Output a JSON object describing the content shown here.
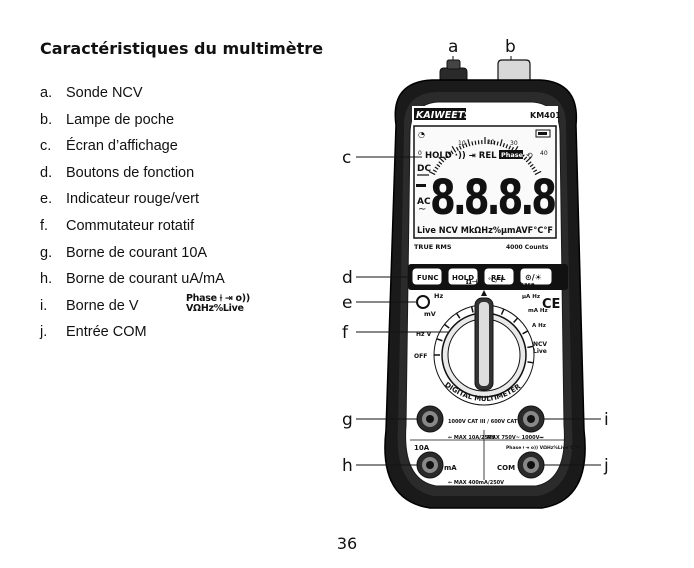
{
  "title": "Caractéristiques du multimètre",
  "legend": [
    {
      "key": "a.",
      "text": "Sonde NCV"
    },
    {
      "key": "b.",
      "text": "Lampe de poche"
    },
    {
      "key": "c.",
      "text": "Écran d’affichage"
    },
    {
      "key": "d.",
      "text": "Boutons de fonction"
    },
    {
      "key": "e.",
      "text": "Indicateur rouge/vert"
    },
    {
      "key": "f.",
      "text": "Commutateur rotatif"
    },
    {
      "key": "g.",
      "text": "Borne de courant 10A"
    },
    {
      "key": "h.",
      "text": "Borne de courant uA/mA"
    },
    {
      "key": "i.",
      "text": "Borne de V"
    },
    {
      "key": "j.",
      "text": "Entrée COM"
    }
  ],
  "legend_symbol": {
    "line1": "Phase ⟊ ⇥ ᴏ))",
    "line2": "VΩHz%Live"
  },
  "callouts": {
    "a": "a",
    "b": "b",
    "c": "c",
    "d": "d",
    "e": "e",
    "f": "f",
    "g": "g",
    "h": "h",
    "i": "i",
    "j": "j"
  },
  "meter": {
    "brand": "KAIWEETS",
    "model": "KM401",
    "lcd": {
      "top_row": "◔",
      "scale_numbers": [
        "0",
        "10",
        "20",
        "30",
        "40"
      ],
      "mode_row": "HOLD ·)) ⇥ REL",
      "phase": "Phase",
      "dc": "DC",
      "ac": "AC",
      "digits": "8.8.8.8",
      "bottom_row": "Live NCV  MkΩHz%μmAVF°C°F",
      "true_rms": "TRUE RMS",
      "counts": "4000 Counts"
    },
    "buttons": [
      "FUNC",
      "HOLD",
      "REL",
      "⊙/☀"
    ],
    "ce_mark": "CE",
    "dial_labels": {
      "hz_ohm": "Ω⊣⊢",
      "temp": "°C/°F",
      "phase": "Phase",
      "uah": "μA Hz",
      "mah": "mA Hz",
      "ahz": "A Hz",
      "ncv": "NCV",
      "live": "Live",
      "hz": "Hz",
      "mv": "mV",
      "hzv": "Hz V",
      "off": "OFF"
    },
    "arc_text": "DIGITAL MULTIMETER",
    "terminals": {
      "cat_rating": "1000V CAT III / 600V CAT IV",
      "max_10a": "⇐ MAX 10A/250V",
      "max_v": "MAX 750V~ 1000V⎓",
      "v_symbols": "Phase ⟊ ⇥ ᴏ)) VΩHz%Live°C°F",
      "max_ma": "⇐ MAX 400mA/250V",
      "label_10a": "10A",
      "label_ma": "mA",
      "label_com": "COM"
    }
  },
  "page_number": "36"
}
